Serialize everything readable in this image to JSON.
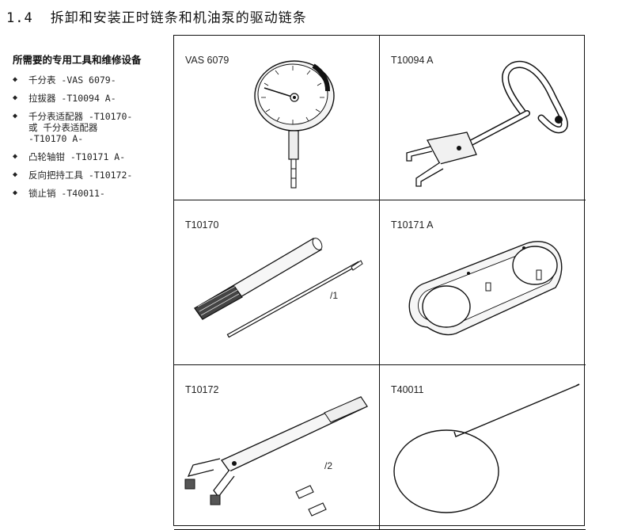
{
  "heading": {
    "number": "1.4",
    "title": "拆卸和安装正时链条和机油泵的驱动链条"
  },
  "tools_title": "所需要的专用工具和维修设备",
  "tools": [
    {
      "lines": [
        "千分表 -VAS 6079-"
      ]
    },
    {
      "lines": [
        "拉拔器 -T10094 A-"
      ]
    },
    {
      "lines": [
        "千分表适配器 -T10170-",
        "或 千分表适配器",
        "-T10170 A-"
      ]
    },
    {
      "lines": [
        "凸轮轴钳 -T10171 A-"
      ]
    },
    {
      "lines": [
        "反向把持工具 -T10172-"
      ]
    },
    {
      "lines": [
        "锁止销 -T40011-"
      ]
    }
  ],
  "figures": [
    {
      "label": "VAS 6079",
      "icon": "dial-gauge-icon"
    },
    {
      "label": "T10094 A",
      "icon": "puller-icon"
    },
    {
      "label": "T10170",
      "icon": "gauge-adapter-icon",
      "sub": "/1"
    },
    {
      "label": "T10171 A",
      "icon": "camshaft-clamp-icon"
    },
    {
      "label": "T10172",
      "icon": "counter-hold-tool-icon",
      "sub": "/2"
    },
    {
      "label": "T40011",
      "icon": "locking-pin-icon"
    }
  ]
}
